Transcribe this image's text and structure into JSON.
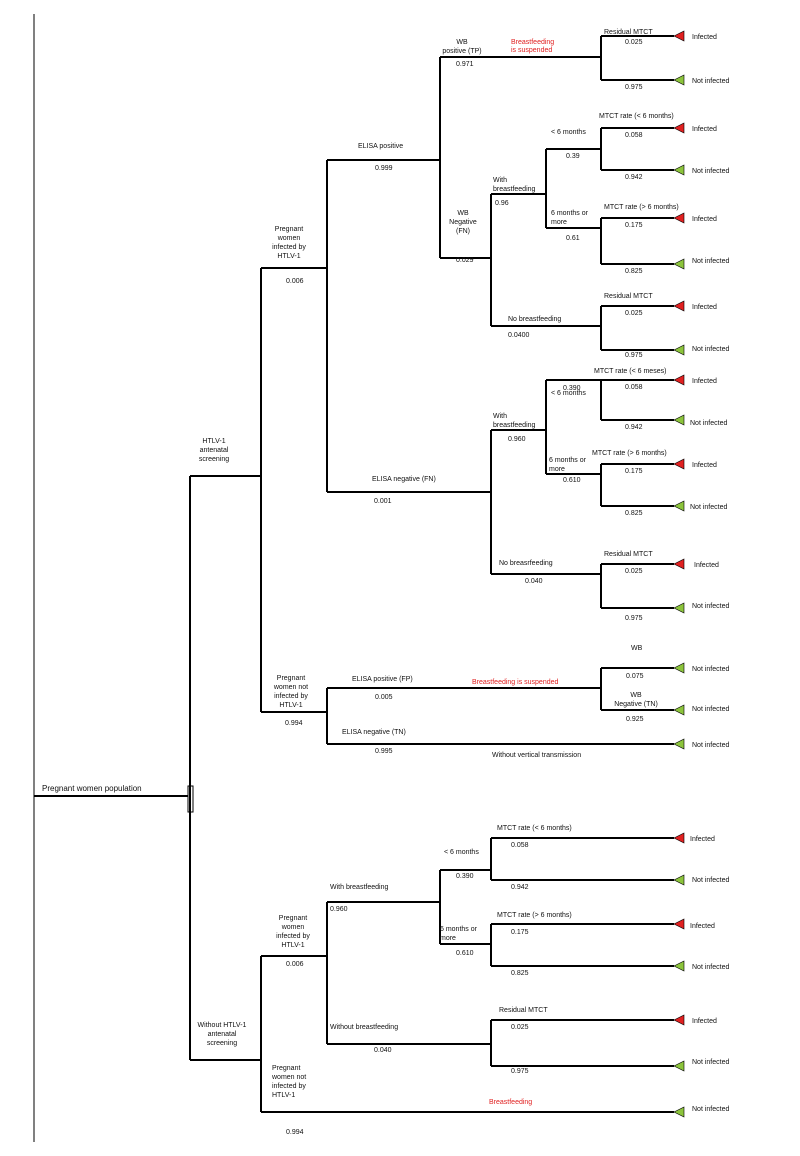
{
  "root": {
    "label": "Pregnant women population"
  },
  "colors": {
    "infected": "#e02020",
    "not_infected": "#8cc43c",
    "suspended": "#e02020"
  },
  "branches": {
    "screening": "HTLV-1 antenatal screening",
    "no_screening": "Without HTLV-1 antenatal screening"
  },
  "screening": {
    "infected": {
      "label": "Pregnant women infected by HTLV-1",
      "prob": "0.006"
    },
    "not_infected": {
      "label": "Pregnant women not infected by HTLV-1",
      "prob": "0.994"
    },
    "elisa_pos": {
      "label": "ELISA positive",
      "prob": "0.999"
    },
    "elisa_neg": {
      "label": "ELISA  negative (FN)",
      "prob": "0.001"
    },
    "wb_pos": {
      "label": "WB positive (TP)",
      "prob": "0.971"
    },
    "wb_neg": {
      "label": "WB Negative (FN)",
      "prob": "0.029"
    },
    "bf_suspended": "Breastfeeding is suspended",
    "residual_a": {
      "label": "Residual MTCT",
      "p_inf": "0.025",
      "p_not": "0.975"
    },
    "fn_with_bf": {
      "label": "With breastfeeding",
      "prob": "0.96"
    },
    "fn_lt6": {
      "label": "< 6 months",
      "prob": "0.39"
    },
    "fn_lt6_rate": {
      "label": "MTCT rate (< 6 months)",
      "p_inf": "0.058",
      "p_not": "0.942"
    },
    "fn_ge6": {
      "label": "6 months or more",
      "prob": "0.61"
    },
    "fn_ge6_rate": {
      "label": "MTCT rate (> 6 months)",
      "p_inf": "0.175",
      "p_not": "0.825"
    },
    "fn_no_bf": {
      "label": "No breastfeeding",
      "prob": "0.0400"
    },
    "fn_residual": {
      "label": "Residual MTCT",
      "p_inf": "0.025",
      "p_not": "0.975"
    },
    "en_with_bf": {
      "label": "With breastfeeding",
      "prob": "0.960"
    },
    "en_lt6": {
      "label": "< 6 months",
      "prob": "0.390"
    },
    "en_lt6_rate": {
      "label": "MTCT rate (< 6 meses)",
      "p_inf": "0.058",
      "p_not": "0.942"
    },
    "en_ge6": {
      "label": "6 months or more",
      "prob": "0.610"
    },
    "en_ge6_rate": {
      "label": "MTCT rate (> 6 months)",
      "p_inf": "0.175",
      "p_not": "0.825"
    },
    "en_no_bf": {
      "label": "No breasrfeeding",
      "prob": "0.040"
    },
    "en_residual": {
      "label": "Residual MTCT",
      "p_inf": "0.025",
      "p_not": "0.975"
    },
    "ni_elisa_pos": {
      "label": "ELISA  positive (FP)",
      "prob": "0.005"
    },
    "ni_bf_suspended": "Breastfeeding is  suspended",
    "ni_wb_pos": {
      "label": "WB",
      "prob": "0.075"
    },
    "ni_wb_neg": {
      "label": "WB Negative (TN)",
      "prob": "0.925"
    },
    "ni_elisa_neg": {
      "label": "ELISA  negative (TN)",
      "prob": "0.995"
    },
    "ni_without_vt": "Without vertical transmission"
  },
  "no_screening": {
    "infected": {
      "label": "Pregnant women infected by HTLV-1",
      "prob": "0.006"
    },
    "not_infected": {
      "label": "Pregnant women not infected by HTLV-1",
      "prob": "0.994"
    },
    "with_bf": {
      "label": "With breastfeeding",
      "prob": "0.960"
    },
    "lt6": {
      "label": "< 6 months",
      "prob": "0.390"
    },
    "lt6_rate": {
      "label": "MTCT rate (< 6 months)",
      "p_inf": "0.058",
      "p_not": "0.942"
    },
    "ge6": {
      "label": "6 months or more",
      "prob": "0.610"
    },
    "ge6_rate": {
      "label": "MTCT rate (> 6 months)",
      "p_inf": "0.175",
      "p_not": "0.825"
    },
    "without_bf": {
      "label": "Without breastfeeding",
      "prob": "0.040"
    },
    "residual": {
      "label": "Residual MTCT",
      "p_inf": "0.025",
      "p_not": "0.975"
    },
    "breastfeeding": "Breastfeeding"
  },
  "outcomes": {
    "infected": "Infected",
    "not_infected": "Not infected"
  }
}
